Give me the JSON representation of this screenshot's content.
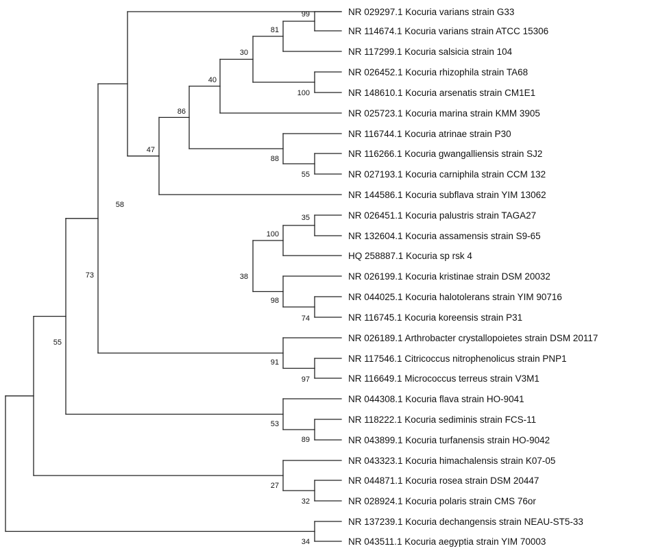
{
  "tree": {
    "taxa": [
      "NR 029297.1 Kocuria varians strain G33",
      "NR 114674.1 Kocuria varians strain ATCC 15306",
      "NR 117299.1 Kocuria salsicia strain 104",
      "NR 026452.1 Kocuria rhizophila strain TA68",
      "NR 148610.1 Kocuria arsenatis strain CM1E1",
      "NR 025723.1 Kocuria marina strain KMM 3905",
      "NR 116744.1 Kocuria atrinae strain P30",
      "NR 116266.1 Kocuria gwangalliensis strain SJ2",
      "NR 027193.1 Kocuria carniphila strain CCM 132",
      "NR 144586.1 Kocuria subflava strain YIM 13062",
      "NR 026451.1 Kocuria palustris strain TAGA27",
      "NR 132604.1 Kocuria assamensis strain S9-65",
      "HQ 258887.1 Kocuria sp rsk 4",
      "NR 026199.1 Kocuria kristinae strain DSM 20032",
      "NR 044025.1 Kocuria halotolerans strain YIM 90716",
      "NR 116745.1 Kocuria koreensis strain P31",
      "NR 026189.1 Arthrobacter crystallopoietes strain DSM 20117",
      "NR 117546.1 Citricoccus nitrophenolicus strain PNP1",
      "NR 116649.1 Micrococcus terreus strain V3M1",
      "NR 044308.1 Kocuria flava strain HO-9041",
      "NR 118222.1 Kocuria sediminis strain FCS-11",
      "NR 043899.1 Kocuria turfanensis strain HO-9042",
      "NR 043323.1 Kocuria himachalensis strain K07-05",
      "NR 044871.1 Kocuria rosea strain DSM 20447",
      "NR 028924.1 Kocuria polaris strain CMS 76or",
      "NR 137239.1 Kocuria dechangensis strain NEAU-ST5-33",
      "NR 043511.1 Kocuria aegyptia strain YIM 70003"
    ],
    "bootstrap": {
      "n99": "99",
      "n81": "81",
      "n30": "30",
      "n100a": "100",
      "n40": "40",
      "n86": "86",
      "n88": "88",
      "n55a": "55",
      "n47": "47",
      "n58": "58",
      "n35": "35",
      "n100b": "100",
      "n38": "38",
      "n98": "98",
      "n74": "74",
      "n73": "73",
      "n91": "91",
      "n97": "97",
      "n55b": "55",
      "n53": "53",
      "n89": "89",
      "n27": "27",
      "n32": "32",
      "n34": "34"
    }
  }
}
